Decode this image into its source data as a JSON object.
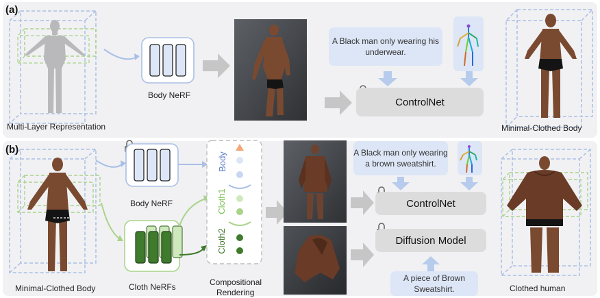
{
  "panel_a": {
    "tag": "(a)",
    "multi_layer_label": "Multi-Layer Representation",
    "body_nerf_label": "Body NeRF",
    "prompt": "A Black man only wearing his underwear.",
    "controlnet_label": "ControlNet",
    "result_label": "Minimal-Clothed Body"
  },
  "panel_b": {
    "tag": "(b)",
    "input_label": "Minimal-Clothed Body",
    "body_nerf_label": "Body NeRF",
    "cloth_nerfs_label": "Cloth NeRFs",
    "comp_label_line1": "Compositional",
    "comp_label_line2": "Rendering",
    "stack_labels": {
      "body": "Body",
      "cloth1": "Cloth1",
      "cloth2": "Cloth2"
    },
    "prompt_top": "A Black man only wearing a brown sweatshirt.",
    "controlnet_label": "ControlNet",
    "diffusion_label": "Diffusion Model",
    "prompt_bottom": "A piece of Brown Sweatshirt.",
    "result_label": "Clothed human"
  },
  "colors": {
    "panel_bg": "#f1f1f3",
    "blue_accent": "#aabfe6",
    "green_accent": "#a9d38a",
    "dark_green": "#3f7a2d",
    "prompt_bg": "#dde6f6",
    "gray_box": "#dcdcdc",
    "orange": "#f5b48a"
  },
  "icons": [
    "lock-icon",
    "arrow-icon",
    "nerf-network-icon",
    "skeleton-pose-icon",
    "human-figure-icon",
    "sweatshirt-icon"
  ]
}
